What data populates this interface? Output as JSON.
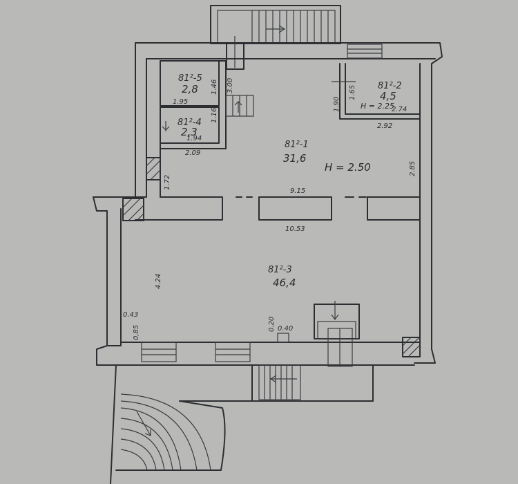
{
  "rooms": [
    {
      "id": "r1",
      "label": "81²-1",
      "area": "31,6"
    },
    {
      "id": "r2",
      "label": "81²-2",
      "area": "4,5"
    },
    {
      "id": "r3",
      "label": "81²-3",
      "area": "46,4"
    },
    {
      "id": "r4",
      "label": "81²-4",
      "area": "2,3"
    },
    {
      "id": "r5",
      "label": "81²-5",
      "area": "2,8"
    }
  ],
  "heights": {
    "main": "H = 2.50",
    "room2": "H = 2.25"
  },
  "dimensions": {
    "d_195": "1.95",
    "d_146": "1.46",
    "d_300": "3.00",
    "d_116": "1.16",
    "d_194": "1.94",
    "d_209": "2.09",
    "d_172": "1.72",
    "d_165": "1.65",
    "d_190": "1.90",
    "d_274": "2.74",
    "d_292": "2.92",
    "d_285": "2.85",
    "d_915": "9.15",
    "d_1053": "10.53",
    "d_424": "4.24",
    "d_043": "0.43",
    "d_085": "0,85",
    "d_020": "0.20",
    "d_040": "0.40"
  },
  "colors": {
    "paper": "#b9bab7",
    "ink": "#2d2e31"
  }
}
